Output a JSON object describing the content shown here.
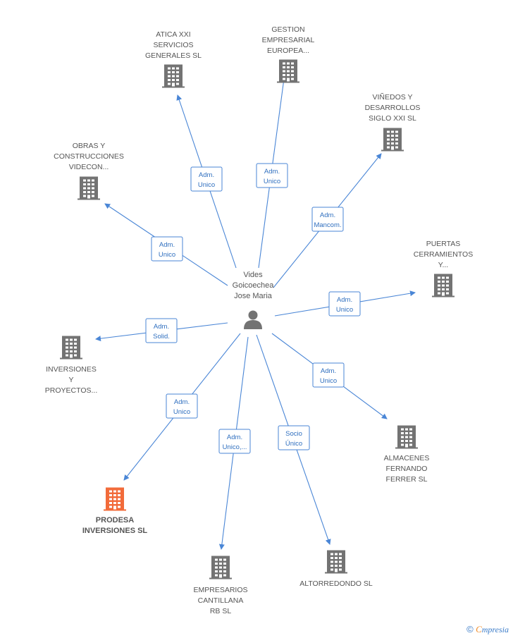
{
  "center": {
    "name_lines": [
      "Vides",
      "Goicoechea",
      "Jose Maria"
    ],
    "icon": "person-icon"
  },
  "companies": [
    {
      "id": "atica",
      "lines": [
        "ATICA XXI",
        "SERVICIOS",
        "GENERALES SL"
      ],
      "relation": [
        "Adm.",
        "Unico"
      ],
      "highlight": false
    },
    {
      "id": "gestion",
      "lines": [
        "GESTION",
        "EMPRESARIAL",
        "EUROPEA..."
      ],
      "relation": [
        "Adm.",
        "Unico"
      ],
      "highlight": false
    },
    {
      "id": "vinedos",
      "lines": [
        "VIÑEDOS Y",
        "DESARROLLOS",
        "SIGLO XXI SL"
      ],
      "relation": [
        "Adm.",
        "Mancom."
      ],
      "highlight": false
    },
    {
      "id": "obras",
      "lines": [
        "OBRAS Y",
        "CONSTRUCCIONES",
        "VIDECON..."
      ],
      "relation": [
        "Adm.",
        "Unico"
      ],
      "highlight": false
    },
    {
      "id": "puertas",
      "lines": [
        "PUERTAS",
        "CERRAMIENTOS",
        "Y..."
      ],
      "relation": [
        "Adm.",
        "Unico"
      ],
      "highlight": false
    },
    {
      "id": "inversiones",
      "lines": [
        "INVERSIONES",
        "Y",
        "PROYECTOS..."
      ],
      "relation": [
        "Adm.",
        "Solid."
      ],
      "highlight": false
    },
    {
      "id": "almacenes",
      "lines": [
        "ALMACENES",
        "FERNANDO",
        "FERRER SL"
      ],
      "relation": [
        "Adm.",
        "Unico"
      ],
      "highlight": false
    },
    {
      "id": "prodesa",
      "lines": [
        "PRODESA",
        "INVERSIONES SL"
      ],
      "relation": [
        "Adm.",
        "Unico"
      ],
      "highlight": true
    },
    {
      "id": "empresarios",
      "lines": [
        "EMPRESARIOS",
        "CANTILLANA",
        "RB SL"
      ],
      "relation": [
        "Adm.",
        "Unico,..."
      ],
      "highlight": false
    },
    {
      "id": "altorredondo",
      "lines": [
        "ALTORREDONDO SL"
      ],
      "relation": [
        "Socio",
        "Único"
      ],
      "highlight": false
    }
  ],
  "colors": {
    "edge": "#4a86d6",
    "building": "#737373",
    "building_highlight": "#f26b3a",
    "label": "#555555"
  },
  "footer": {
    "copyright_symbol": "©",
    "brand_first": "C",
    "brand_rest": "mpresia"
  }
}
